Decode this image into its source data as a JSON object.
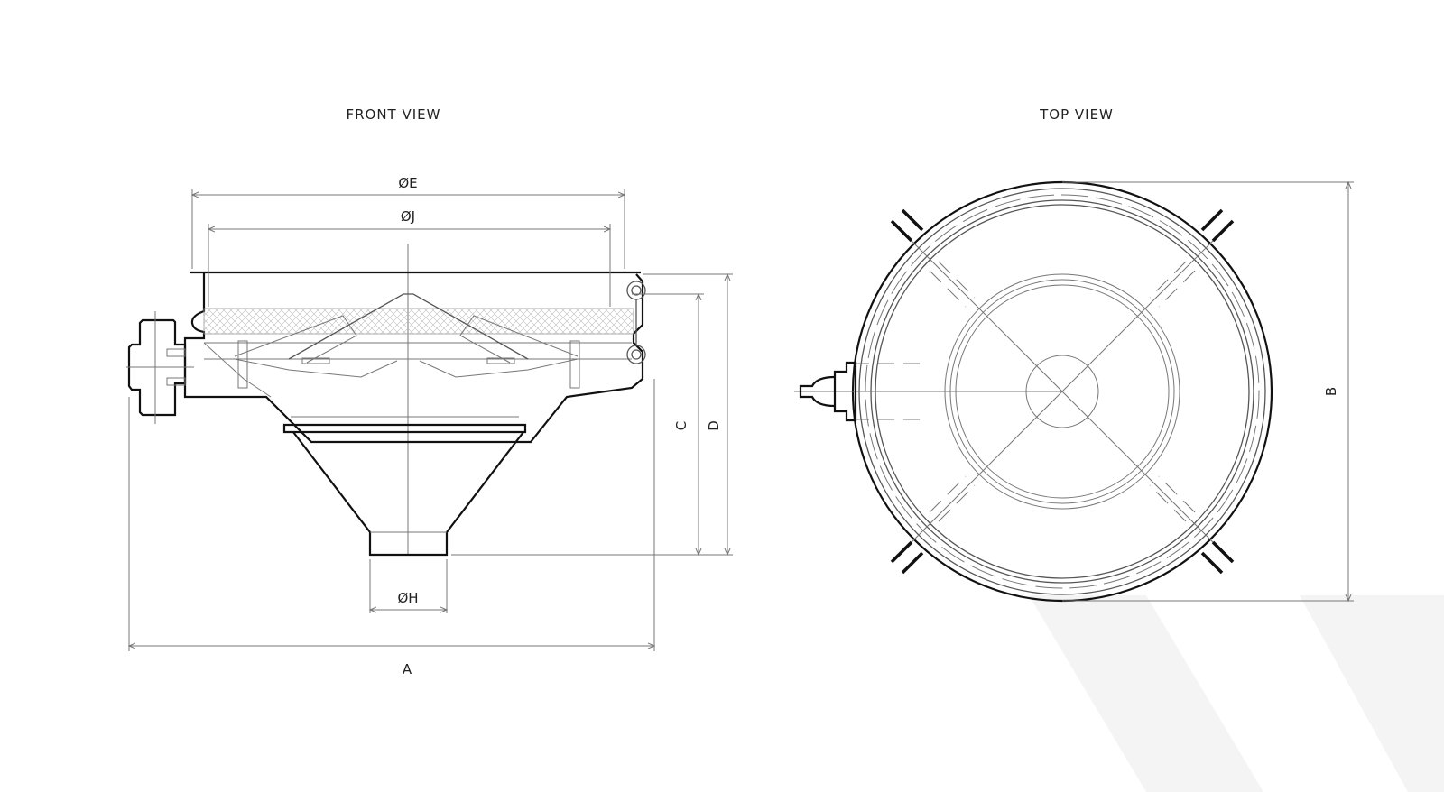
{
  "views": {
    "front": {
      "title": "FRONT VIEW"
    },
    "top": {
      "title": "TOP VIEW"
    }
  },
  "dimensions": {
    "A": "A",
    "B": "B",
    "C": "C",
    "D": "D",
    "E": "ØE",
    "H": "ØH",
    "J": "ØJ"
  },
  "colors": {
    "line": "#111111",
    "dim": "#777777",
    "watermark": "#f3f3f3"
  }
}
